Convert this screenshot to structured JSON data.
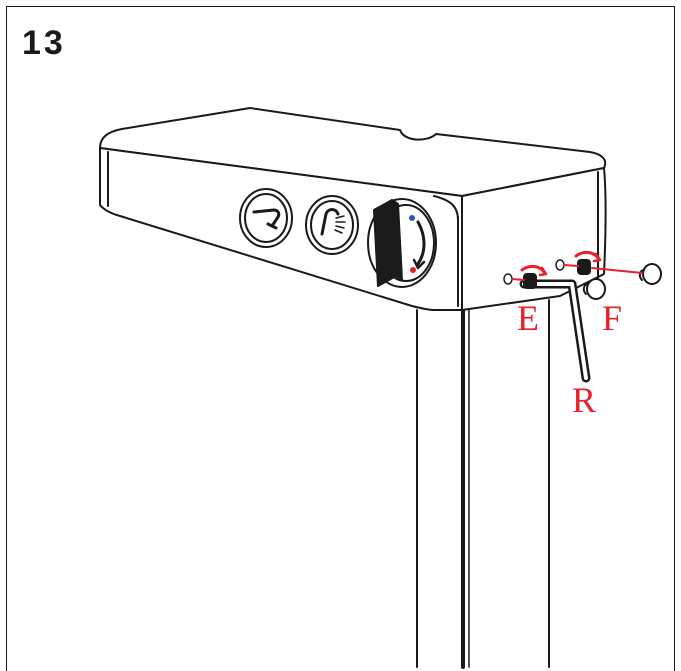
{
  "step": {
    "number": "13"
  },
  "labels": {
    "e": "E",
    "f": "F",
    "r": "R"
  },
  "colors": {
    "line": "#1a1a1a",
    "accent": "#e8202a",
    "hot": "#e8202a",
    "cold": "#2c57b8"
  },
  "icons": [
    "hand-shower-icon",
    "overhead-shower-icon",
    "thermostat-knob-icon"
  ]
}
